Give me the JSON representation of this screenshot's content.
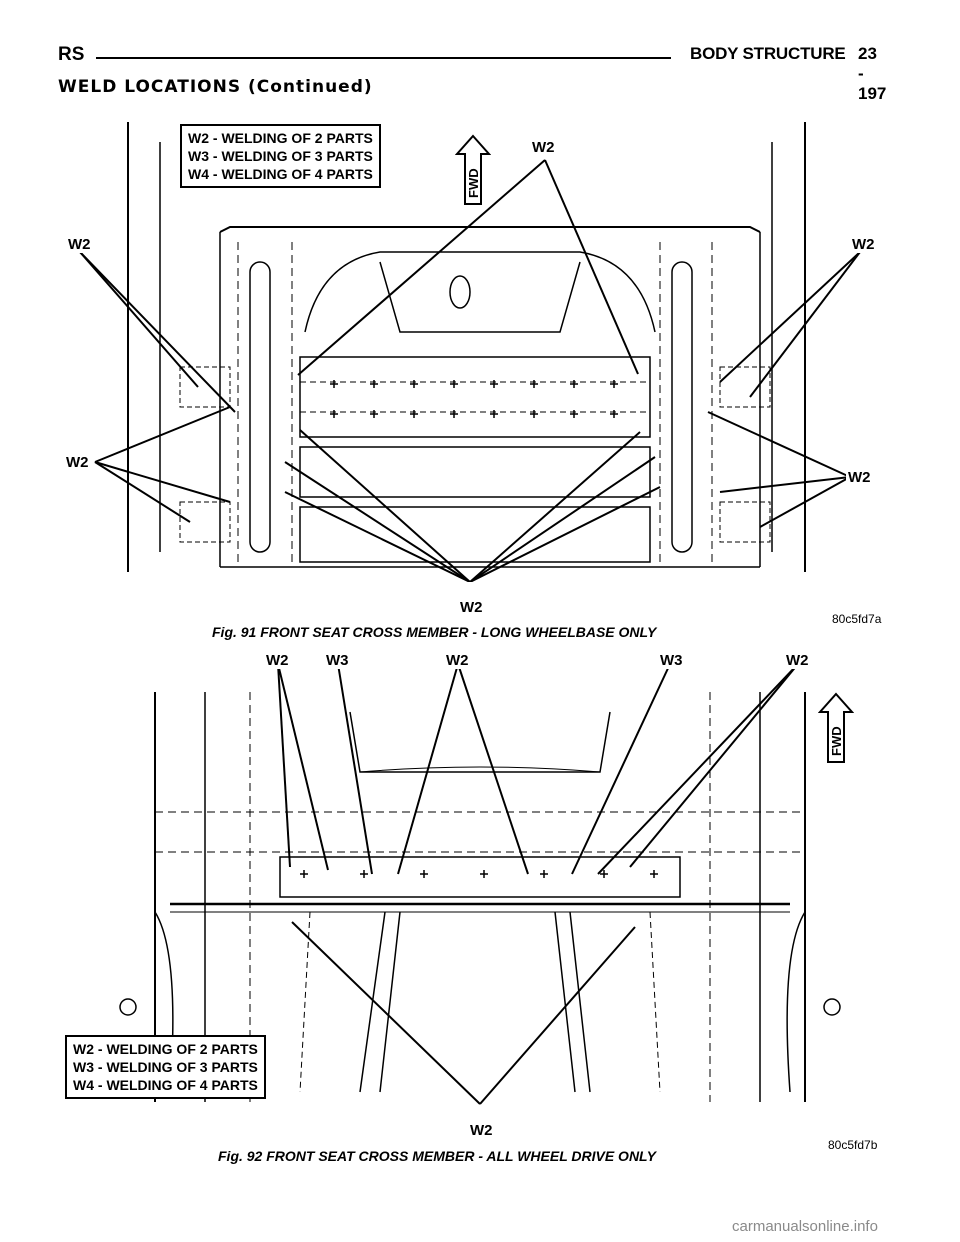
{
  "header": {
    "section_code": "RS",
    "chapter_title": "BODY STRUCTURE",
    "page_number": "23 - 197"
  },
  "section_title": "WELD LOCATIONS (Continued)",
  "figure1": {
    "legend": [
      "W2 - WELDING OF 2 PARTS",
      "W3 - WELDING OF 3 PARTS",
      "W4 - WELDING OF 4 PARTS"
    ],
    "fwd_label": "FWD",
    "callouts": [
      "W2",
      "W2",
      "W2",
      "W2",
      "W2",
      "W2"
    ],
    "figure_code": "80c5fd7a",
    "caption": "Fig. 91 FRONT SEAT CROSS MEMBER - LONG WHEELBASE ONLY"
  },
  "figure2": {
    "legend": [
      "W2 - WELDING OF 2 PARTS",
      "W3 - WELDING OF 3 PARTS",
      "W4 - WELDING OF 4 PARTS"
    ],
    "fwd_label": "FWD",
    "callouts": [
      "W2",
      "W3",
      "W2",
      "W3",
      "W2",
      "W2"
    ],
    "figure_code": "80c5fd7b",
    "caption": "Fig. 92 FRONT SEAT CROSS MEMBER - ALL WHEEL DRIVE ONLY"
  },
  "watermark": "carmanualsonline.info"
}
